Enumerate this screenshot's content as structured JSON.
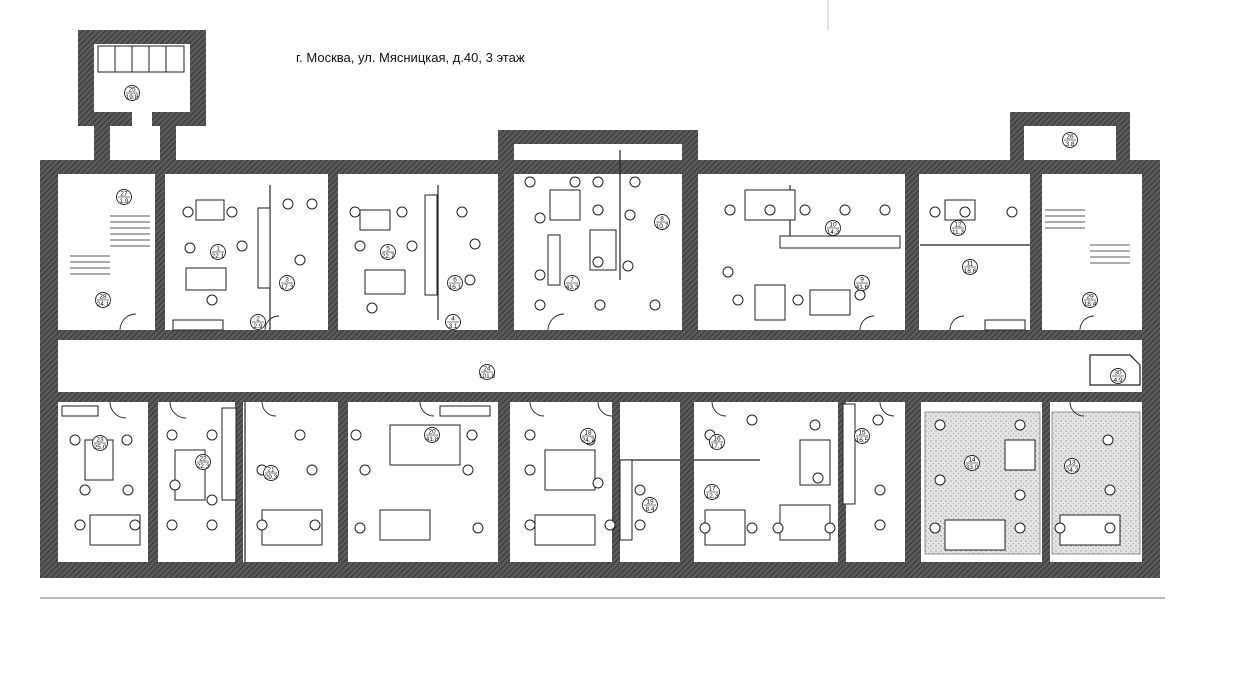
{
  "title": "г. Москва, ул. Мясницкая, д.40,  3 этаж",
  "colors": {
    "wall": "#4a4a4a",
    "line": "#222222",
    "rented": "#d9d9d9",
    "background": "#ffffff"
  },
  "rooms": [
    {
      "id": "r1",
      "num": "1",
      "area": "22.1"
    },
    {
      "id": "r2",
      "num": "2",
      "area": "2.9"
    },
    {
      "id": "r3",
      "num": "3",
      "area": "17.3"
    },
    {
      "id": "r4",
      "num": "4",
      "area": "3.1"
    },
    {
      "id": "r5",
      "num": "5",
      "area": "22.7"
    },
    {
      "id": "r6",
      "num": "6",
      "area": "16.1"
    },
    {
      "id": "r7",
      "num": "7",
      "area": "43.3"
    },
    {
      "id": "r8",
      "num": "8",
      "area": "10.7"
    },
    {
      "id": "r9",
      "num": "9",
      "area": "41.6"
    },
    {
      "id": "r10",
      "num": "10",
      "area": "14.3"
    },
    {
      "id": "r11",
      "num": "11",
      "area": "18.6"
    },
    {
      "id": "r12",
      "num": "12",
      "area": "11.3"
    },
    {
      "id": "r13",
      "num": "13",
      "area": "24.2"
    },
    {
      "id": "r14",
      "num": "14",
      "area": "33.0"
    },
    {
      "id": "r15",
      "num": "15",
      "area": "16.5"
    },
    {
      "id": "r16",
      "num": "16",
      "area": "17.1"
    },
    {
      "id": "r17",
      "num": "17",
      "area": "12.3"
    },
    {
      "id": "r18",
      "num": "18",
      "area": "24.7"
    },
    {
      "id": "r19",
      "num": "19",
      "area": "8.4"
    },
    {
      "id": "r20",
      "num": "20",
      "area": "41.8"
    },
    {
      "id": "r21",
      "num": "21",
      "area": "29.3"
    },
    {
      "id": "r22",
      "num": "22",
      "area": "22.3"
    },
    {
      "id": "r23",
      "num": "23",
      "area": "25.0"
    },
    {
      "id": "r24",
      "num": "24",
      "area": "101.0"
    },
    {
      "id": "r25",
      "num": "25",
      "area": "19.8"
    },
    {
      "id": "r26",
      "num": "26",
      "area": "3.8"
    },
    {
      "id": "r27",
      "num": "27",
      "area": "1.9"
    },
    {
      "id": "r28",
      "num": "28",
      "area": "24.1"
    },
    {
      "id": "r29",
      "num": "29",
      "area": "18.4"
    },
    {
      "id": "r30",
      "num": "30",
      "area": "4.9"
    }
  ]
}
